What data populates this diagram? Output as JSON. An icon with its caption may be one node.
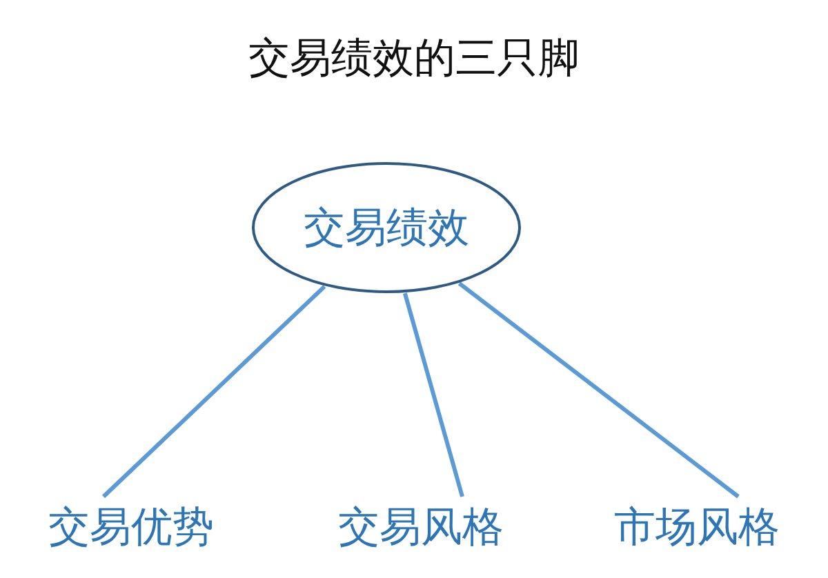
{
  "diagram": {
    "title": "交易绩效的三只脚",
    "nodes": [
      {
        "text": [
          "交易绩效"
        ]
      },
      {
        "text": [
          "交易优势"
        ]
      },
      {
        "text": [
          "交易风格"
        ]
      },
      {
        "text": [
          "市场风格"
        ]
      }
    ],
    "edges": [
      {
        "from": 0,
        "to": 1,
        "arrow": "none"
      },
      {
        "from": 0,
        "to": 2,
        "arrow": "none"
      },
      {
        "from": 0,
        "to": 3,
        "arrow": "none"
      }
    ]
  }
}
